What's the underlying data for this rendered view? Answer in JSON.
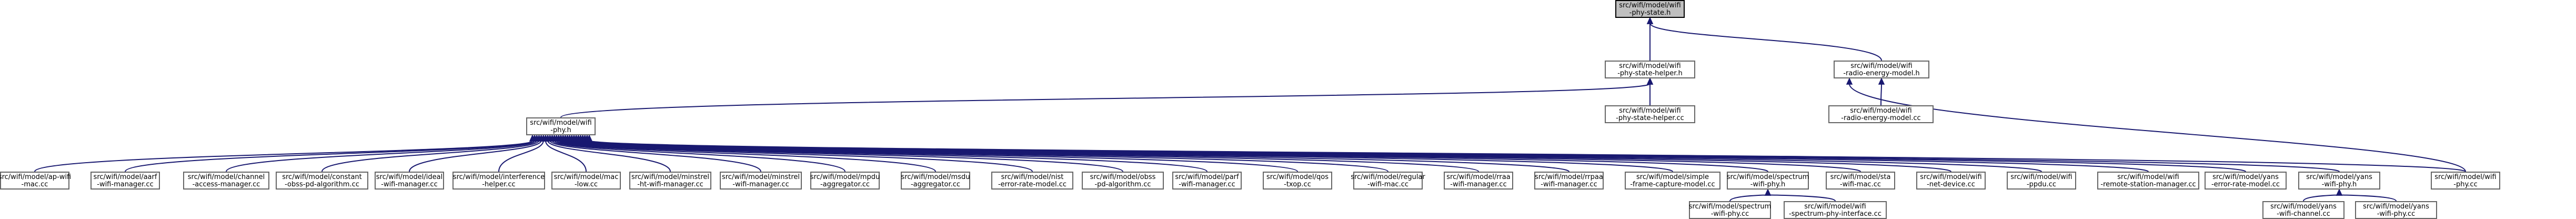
{
  "nodes": [
    {
      "id": "root",
      "line1": "src/wifi/model/wifi",
      "line2": "-phy-state.h",
      "highlight": true
    },
    {
      "id": "psh",
      "line1": "src/wifi/model/wifi",
      "line2": "-phy-state-helper.h"
    },
    {
      "id": "rem",
      "line1": "src/wifi/model/wifi",
      "line2": "-radio-energy-model.h"
    },
    {
      "id": "phy",
      "line1": "src/wifi/model/wifi",
      "line2": "-phy.h"
    },
    {
      "id": "pshcc",
      "line1": "src/wifi/model/wifi",
      "line2": "-phy-state-helper.cc"
    },
    {
      "id": "remcc",
      "line1": "src/wifi/model/wifi",
      "line2": "-radio-energy-model.cc"
    },
    {
      "id": "apwifi",
      "line1": "src/wifi/model/ap-wifi",
      "line2": "-mac.cc"
    },
    {
      "id": "aarf",
      "line1": "src/wifi/model/aarf",
      "line2": "-wifi-manager.cc"
    },
    {
      "id": "channel",
      "line1": "src/wifi/model/channel",
      "line2": "-access-manager.cc"
    },
    {
      "id": "constant",
      "line1": "src/wifi/model/constant",
      "line2": "-obss-pd-algorithm.cc"
    },
    {
      "id": "ideal",
      "line1": "src/wifi/model/ideal",
      "line2": "-wifi-manager.cc"
    },
    {
      "id": "interference",
      "line1": "src/wifi/model/interference",
      "line2": "-helper.cc"
    },
    {
      "id": "mac",
      "line1": "src/wifi/model/mac",
      "line2": "-low.cc"
    },
    {
      "id": "minstrelht",
      "line1": "src/wifi/model/minstrel",
      "line2": "-ht-wifi-manager.cc"
    },
    {
      "id": "minstrel",
      "line1": "src/wifi/model/minstrel",
      "line2": "-wifi-manager.cc"
    },
    {
      "id": "mpdu",
      "line1": "src/wifi/model/mpdu",
      "line2": "-aggregator.cc"
    },
    {
      "id": "msdu",
      "line1": "src/wifi/model/msdu",
      "line2": "-aggregator.cc"
    },
    {
      "id": "nist",
      "line1": "src/wifi/model/nist",
      "line2": "-error-rate-model.cc"
    },
    {
      "id": "obss",
      "line1": "src/wifi/model/obss",
      "line2": "-pd-algorithm.cc"
    },
    {
      "id": "parf",
      "line1": "src/wifi/model/parf",
      "line2": "-wifi-manager.cc"
    },
    {
      "id": "qos",
      "line1": "src/wifi/model/qos",
      "line2": "-txop.cc"
    },
    {
      "id": "regular",
      "line1": "src/wifi/model/regular",
      "line2": "-wifi-mac.cc"
    },
    {
      "id": "rraa",
      "line1": "src/wifi/model/rraa",
      "line2": "-wifi-manager.cc"
    },
    {
      "id": "rrpaa",
      "line1": "src/wifi/model/rrpaa",
      "line2": "-wifi-manager.cc"
    },
    {
      "id": "simple",
      "line1": "src/wifi/model/simple",
      "line2": "-frame-capture-model.cc"
    },
    {
      "id": "spectrumh",
      "line1": "src/wifi/model/spectrum",
      "line2": "-wifi-phy.h"
    },
    {
      "id": "sta",
      "line1": "src/wifi/model/sta",
      "line2": "-wifi-mac.cc"
    },
    {
      "id": "netdev",
      "line1": "src/wifi/model/wifi",
      "line2": "-net-device.cc"
    },
    {
      "id": "ppdu",
      "line1": "src/wifi/model/wifi",
      "line2": "-ppdu.cc"
    },
    {
      "id": "remote",
      "line1": "src/wifi/model/wifi",
      "line2": "-remote-station-manager.cc"
    },
    {
      "id": "yanserr",
      "line1": "src/wifi/model/yans",
      "line2": "-error-rate-model.cc"
    },
    {
      "id": "yansh",
      "line1": "src/wifi/model/yans",
      "line2": "-wifi-phy.h"
    },
    {
      "id": "phycc",
      "line1": "src/wifi/model/wifi",
      "line2": "-phy.cc"
    },
    {
      "id": "spectrumcc",
      "line1": "src/wifi/model/spectrum",
      "line2": "-wifi-phy.cc"
    },
    {
      "id": "spectrumif",
      "line1": "src/wifi/model/wifi",
      "line2": "-spectrum-phy-interface.cc"
    },
    {
      "id": "yanschan",
      "line1": "src/wifi/model/yans",
      "line2": "-wifi-channel.cc"
    },
    {
      "id": "yanscc",
      "line1": "src/wifi/model/yans",
      "line2": "-wifi-phy.cc"
    }
  ],
  "edges": [
    [
      "psh",
      "root"
    ],
    [
      "rem",
      "root"
    ],
    [
      "phy",
      "psh"
    ],
    [
      "pshcc",
      "psh"
    ],
    [
      "remcc",
      "rem"
    ],
    [
      "phycc",
      "rem"
    ],
    [
      "apwifi",
      "phy"
    ],
    [
      "aarf",
      "phy"
    ],
    [
      "channel",
      "phy"
    ],
    [
      "constant",
      "phy"
    ],
    [
      "ideal",
      "phy"
    ],
    [
      "interference",
      "phy"
    ],
    [
      "mac",
      "phy"
    ],
    [
      "minstrelht",
      "phy"
    ],
    [
      "minstrel",
      "phy"
    ],
    [
      "mpdu",
      "phy"
    ],
    [
      "msdu",
      "phy"
    ],
    [
      "nist",
      "phy"
    ],
    [
      "obss",
      "phy"
    ],
    [
      "parf",
      "phy"
    ],
    [
      "qos",
      "phy"
    ],
    [
      "regular",
      "phy"
    ],
    [
      "rraa",
      "phy"
    ],
    [
      "rrpaa",
      "phy"
    ],
    [
      "simple",
      "phy"
    ],
    [
      "spectrumh",
      "phy"
    ],
    [
      "sta",
      "phy"
    ],
    [
      "netdev",
      "phy"
    ],
    [
      "ppdu",
      "phy"
    ],
    [
      "remote",
      "phy"
    ],
    [
      "yanserr",
      "phy"
    ],
    [
      "yansh",
      "phy"
    ],
    [
      "phycc",
      "phy"
    ],
    [
      "spectrumcc",
      "spectrumh"
    ],
    [
      "spectrumif",
      "spectrumh"
    ],
    [
      "yanschan",
      "yansh"
    ],
    [
      "yanscc",
      "yansh"
    ]
  ]
}
